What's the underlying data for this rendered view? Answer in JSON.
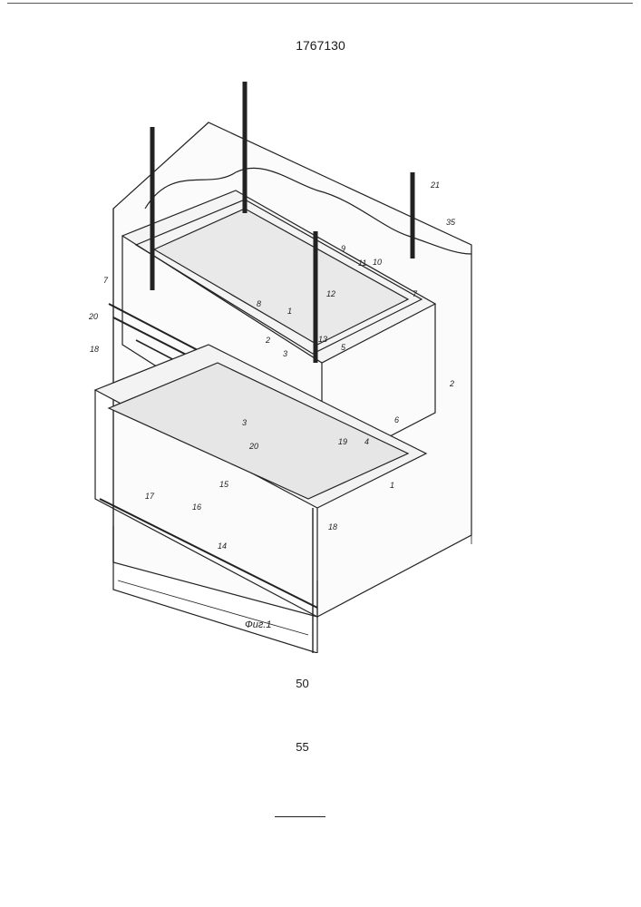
{
  "document": {
    "patent_number": "1767130"
  },
  "figure": {
    "caption": "Фиг.1",
    "part_labels": [
      "1",
      "2",
      "3",
      "4",
      "5",
      "6",
      "7",
      "8",
      "9",
      "10",
      "11",
      "12",
      "13",
      "14",
      "15",
      "16",
      "17",
      "18",
      "19",
      "20",
      "21",
      "35"
    ]
  },
  "margin_line_numbers": [
    "50",
    "55"
  ]
}
